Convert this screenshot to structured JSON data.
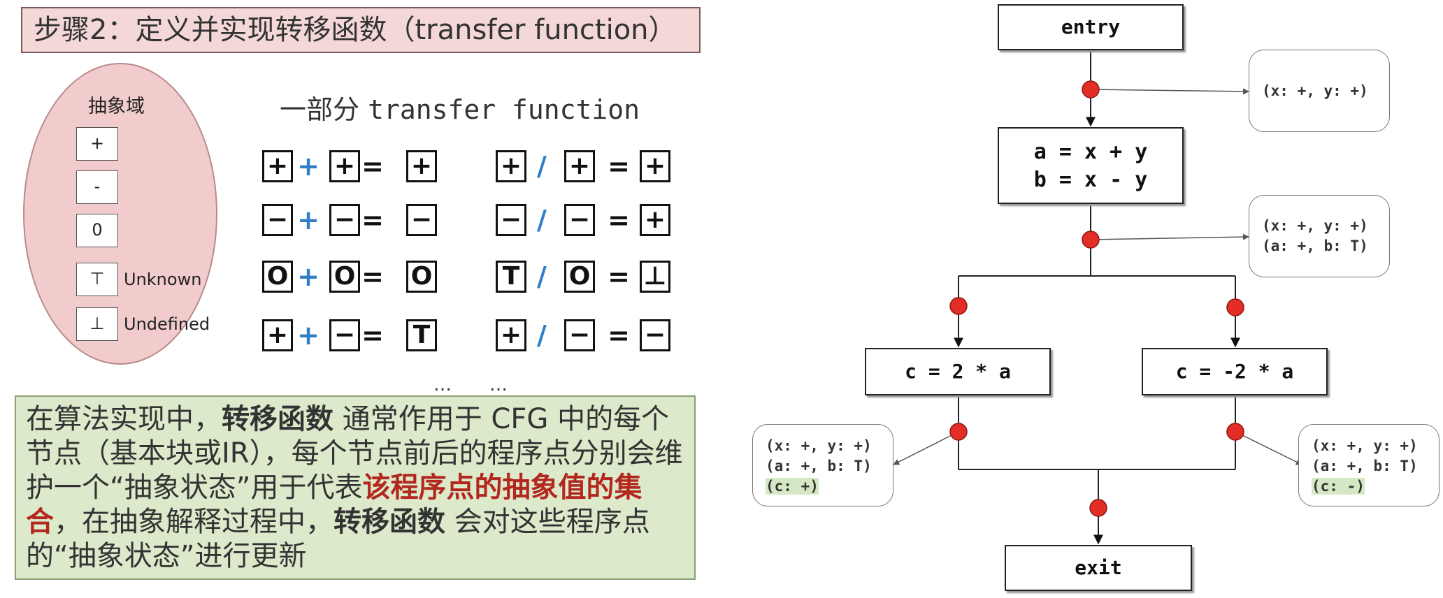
{
  "title": "步骤2：定义并实现转移函数（transfer function）",
  "abstract_domain": {
    "title": "抽象域",
    "items": [
      {
        "symbol": "+",
        "label": ""
      },
      {
        "symbol": "-",
        "label": ""
      },
      {
        "symbol": "0",
        "label": ""
      },
      {
        "symbol": "⊤",
        "label": "Unknown"
      },
      {
        "symbol": "⊥",
        "label": "Undefined"
      }
    ]
  },
  "transfer": {
    "heading_prefix": "一部分 ",
    "heading_code": "transfer function",
    "rows": [
      {
        "left": {
          "a": "+",
          "op": "+",
          "b": "+",
          "eq": "=",
          "r": "+"
        },
        "right": {
          "a": "+",
          "op": "/",
          "b": "+",
          "eq": "=",
          "r": "+"
        }
      },
      {
        "left": {
          "a": "−",
          "op": "+",
          "b": "−",
          "eq": "=",
          "r": "−"
        },
        "right": {
          "a": "−",
          "op": "/",
          "b": "−",
          "eq": "=",
          "r": "+"
        }
      },
      {
        "left": {
          "a": "O",
          "op": "+",
          "b": "O",
          "eq": "=",
          "r": "O"
        },
        "right": {
          "a": "T",
          "op": "/",
          "b": "O",
          "eq": "=",
          "r": "⊥"
        }
      },
      {
        "left": {
          "a": "+",
          "op": "+",
          "b": "−",
          "eq": "=",
          "r": "T"
        },
        "right": {
          "a": "+",
          "op": "/",
          "b": "−",
          "eq": "=",
          "r": "−"
        }
      }
    ],
    "ellipsis_left": "…",
    "ellipsis_right": "…"
  },
  "note": {
    "p1": "在算法实现中，",
    "b1": "转移函数",
    "p2": " 通常作用于 CFG 中的每个节点（基本块或IR），每个节点前后的程序点分别会维护一个“抽象状态”用于代表",
    "r1": "该程序点的抽象值的集合",
    "p3": "，在抽象解释过程中，",
    "b2": "转移函数",
    "p4": " 会对这些程序点的“抽象状态”进行更新"
  },
  "cfg": {
    "entry": "entry",
    "block1_line1": "a = x + y",
    "block1_line2": "b = x - y",
    "left_block": "c = 2 * a",
    "right_block": "c = -2 * a",
    "exit": "exit",
    "annot1": {
      "l1": "(x: +, y: +)"
    },
    "annot2": {
      "l1": "(x: +, y: +)",
      "l2": "(a: +, b: T)"
    },
    "annot_left": {
      "l1": "(x: +, y: +)",
      "l2": "(a: +, b: T)",
      "l3": "(c: +)"
    },
    "annot_right": {
      "l1": "(x: +, y: +)",
      "l2": "(a: +, b: T)",
      "l3": "(c: -)"
    },
    "colors": {
      "point": "#e52d27",
      "line": "#222222",
      "connector": "#666666"
    }
  }
}
